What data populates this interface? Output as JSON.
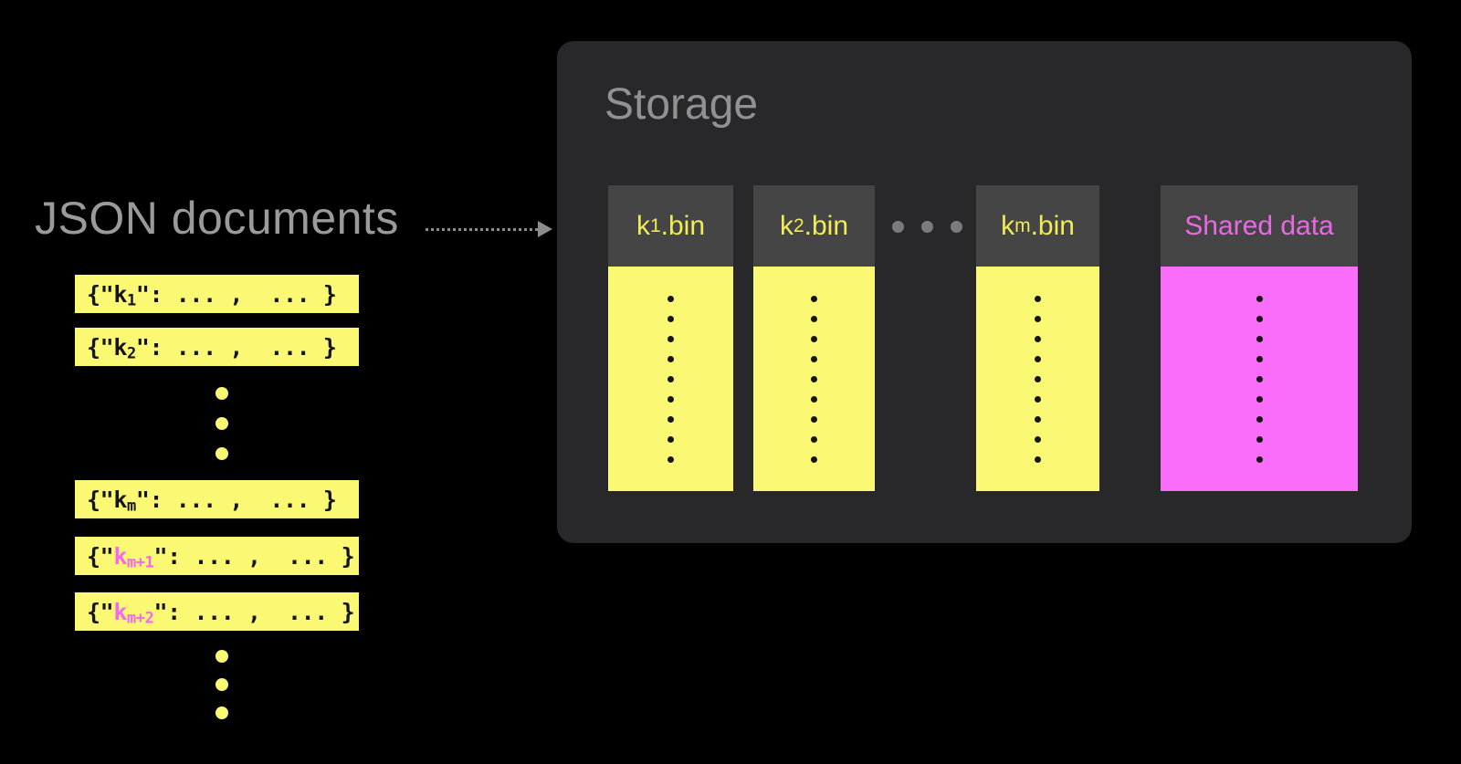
{
  "left_panel": {
    "title": "JSON documents",
    "documents": [
      {
        "open": "{\"",
        "key": "k",
        "subscript": "1",
        "rest": "\": ... ,  ... }"
      },
      {
        "open": "{\"",
        "key": "k",
        "subscript": "2",
        "rest": "\": ... ,  ... }"
      },
      {
        "open": "{\"",
        "key": "k",
        "subscript": "m",
        "rest": "\": ... ,  ... }"
      },
      {
        "open": "{\"",
        "key": "k",
        "subscript": "m+1",
        "rest": "\": ... ,  ... }"
      },
      {
        "open": "{\"",
        "key": "k",
        "subscript": "m+2",
        "rest": "\": ... ,  ... }"
      }
    ]
  },
  "storage_panel": {
    "title": "Storage",
    "bins": [
      {
        "key": "k",
        "subscript": "1",
        "suffix": ".bin"
      },
      {
        "key": "k",
        "subscript": "2",
        "suffix": ".bin"
      },
      {
        "key": "k",
        "subscript": "m",
        "suffix": ".bin"
      },
      {
        "label": "Shared data"
      }
    ]
  },
  "colors": {
    "background": "#000000",
    "document_yellow": "#fbf874",
    "shared_magenta": "#fa6cfa",
    "highlight_key_pink": "#fa66ee",
    "shared_label_pink": "#e86ae2",
    "bin_label_yellow": "#f2eb56",
    "panel_bg": "#28282b",
    "bin_header_bg": "#454546",
    "title_gray": "#9a9a9a",
    "arrow_gray": "#8c8c8c"
  }
}
